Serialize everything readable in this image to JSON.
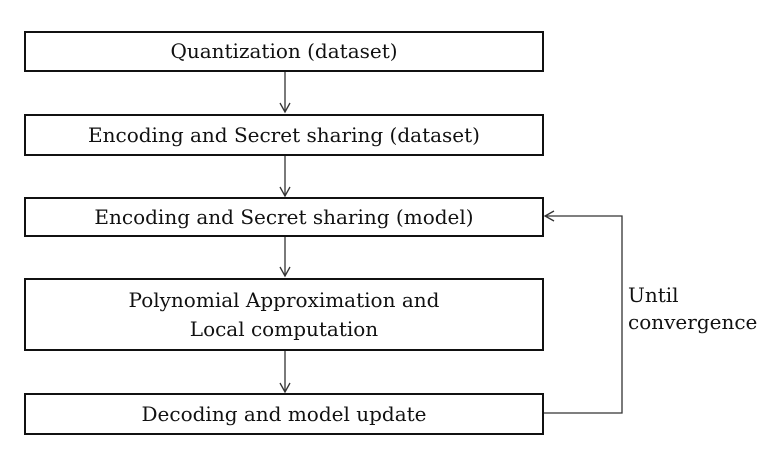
{
  "flow": {
    "steps": [
      {
        "id": "quantization",
        "text": "Quantization (dataset)"
      },
      {
        "id": "encode-dataset",
        "text": "Encoding and Secret sharing (dataset)"
      },
      {
        "id": "encode-model",
        "text": "Encoding and Secret sharing (model)"
      },
      {
        "id": "poly-approx",
        "line1": "Polynomial Approximation and",
        "line2": "Local computation"
      },
      {
        "id": "decode-update",
        "text": "Decoding and model update"
      }
    ],
    "loop_label": {
      "line1": "Until",
      "line2": "convergence"
    }
  },
  "colors": {
    "stroke": "#111111",
    "connector": "#333333",
    "background": "#ffffff"
  }
}
